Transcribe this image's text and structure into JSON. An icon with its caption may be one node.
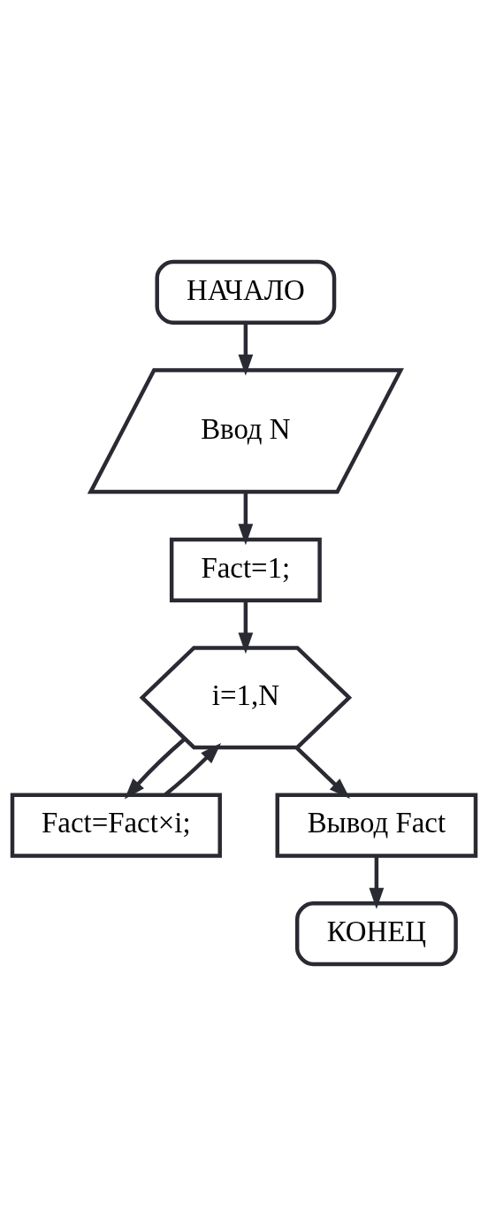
{
  "diagram": {
    "nodes": [
      {
        "text": [
          "НАЧАЛО"
        ]
      },
      {
        "text": [
          "Ввод N"
        ]
      },
      {
        "text": [
          "Fact=1;"
        ]
      },
      {
        "text": [
          "i=1,N"
        ]
      },
      {
        "text": [
          "Fact=Fact×i;"
        ]
      },
      {
        "text": [
          "Вывод Fact"
        ]
      },
      {
        "text": [
          "КОНЕЦ"
        ]
      }
    ],
    "edges": [
      {
        "from": 0,
        "to": 1,
        "arrow": "to"
      },
      {
        "from": 1,
        "to": 2,
        "arrow": "to"
      },
      {
        "from": 2,
        "to": 3,
        "arrow": "to"
      },
      {
        "from": 3,
        "to": 4,
        "arrow": "to"
      },
      {
        "from": 4,
        "to": 3,
        "arrow": "to"
      },
      {
        "from": 3,
        "to": 5,
        "arrow": "to"
      },
      {
        "from": 5,
        "to": 6,
        "arrow": "to"
      }
    ]
  }
}
